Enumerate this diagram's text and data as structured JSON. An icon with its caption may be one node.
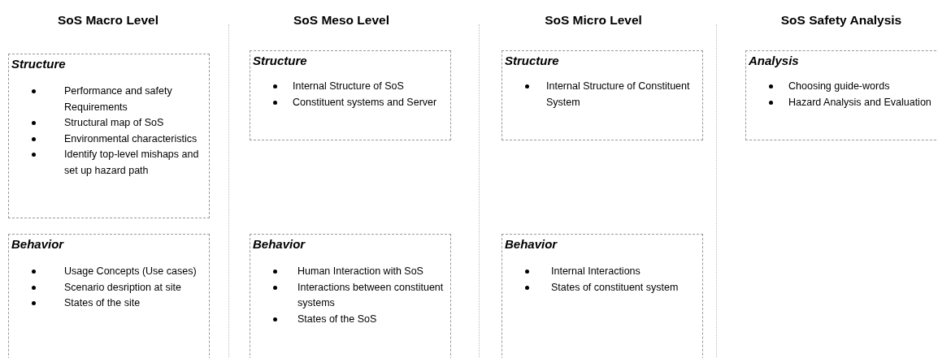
{
  "diagram": {
    "nodes": [
      {
        "text": [
          "Structure",
          "Performance and safety Requirements",
          "Structural map of SoS",
          "Environmental characteristics",
          "Identify top-level mishaps and set up hazard path"
        ]
      },
      {
        "text": [
          "Behavior",
          "Usage Concepts (Use cases)",
          "Scenario desription at site",
          "States of the site"
        ]
      },
      {
        "text": [
          "Structure",
          "Internal Structure of SoS",
          "Constituent systems and Server"
        ]
      },
      {
        "text": [
          "Behavior",
          "Human Interaction with SoS",
          "Interactions between constituent systems",
          "States of the SoS"
        ]
      },
      {
        "text": [
          "Structure",
          "Internal Structure of Constituent System"
        ]
      },
      {
        "text": [
          "Behavior",
          "Internal Interactions",
          "States of constituent system"
        ]
      },
      {
        "text": [
          "Analysis",
          "Choosing guide-words",
          "Hazard Analysis and Evaluation"
        ]
      }
    ],
    "labels": [
      "SoS Macro Level",
      "SoS Meso Level",
      "SoS Micro Level",
      "SoS Safety Analysis"
    ]
  }
}
